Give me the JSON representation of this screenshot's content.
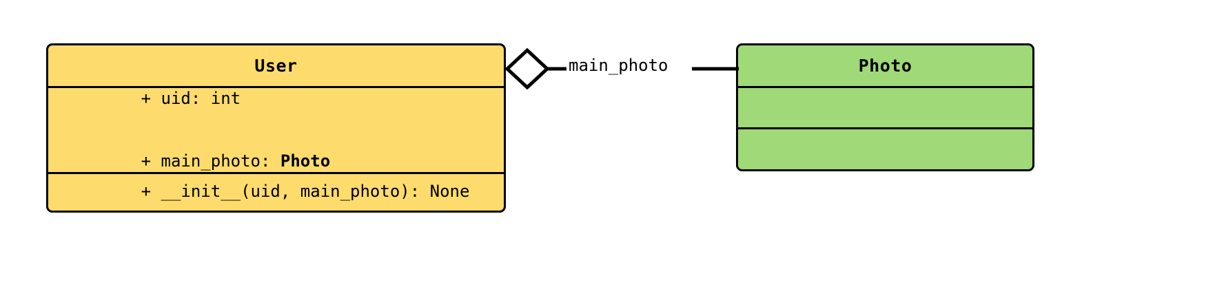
{
  "diagram": {
    "type": "uml-class-diagram",
    "background_color": "#ffffff",
    "stroke_color": "#000000"
  },
  "classes": [
    {
      "id": "user",
      "name": "User",
      "fill_color": "#fddc6d",
      "attributes": [
        {
          "visibility": "+",
          "text": "+ uid: int",
          "name": "uid",
          "type": "int",
          "type_bold": false
        },
        {
          "visibility": "+",
          "text": "+ main_photo: ",
          "name": "main_photo",
          "type": "Photo",
          "type_bold": true
        }
      ],
      "methods": [
        {
          "visibility": "+",
          "text": "+ __init__(uid, main_photo): None",
          "name": "__init__",
          "params": "uid, main_photo",
          "returns": "None"
        }
      ]
    },
    {
      "id": "photo",
      "name": "Photo",
      "fill_color": "#a0d977",
      "attributes": [],
      "methods": []
    }
  ],
  "relationships": [
    {
      "id": "user-has-main-photo",
      "kind": "aggregation",
      "source": "User",
      "target": "Photo",
      "label": "main_photo",
      "diamond_filled": false
    }
  ]
}
